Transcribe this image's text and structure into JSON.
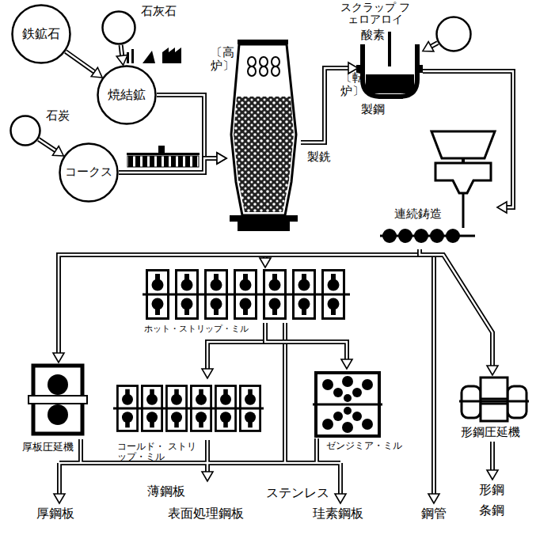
{
  "diagram": {
    "nodes": [
      {
        "text": [
          "鉄鉱石"
        ]
      },
      {
        "text": [
          "石灰石"
        ]
      },
      {
        "text": [
          "焼結鉱"
        ]
      },
      {
        "text": [
          "石炭"
        ]
      },
      {
        "text": [
          "コークス"
        ]
      },
      {
        "text": [
          "〔高炉〕",
          "製銑"
        ]
      },
      {
        "text": [
          "スクラップ フェロアロイ"
        ]
      },
      {
        "text": [
          "〔転炉〕",
          "製鋼"
        ]
      },
      {
        "text": [
          "連続鋳造"
        ]
      },
      {
        "text": [
          "ホット・ストリップ・ミル"
        ]
      },
      {
        "text": [
          "厚板圧延機"
        ]
      },
      {
        "text": [
          "コールド・ ストリップ・ミル"
        ]
      },
      {
        "text": [
          "ゼンジミア・ミル"
        ]
      },
      {
        "text": [
          "形鋼圧延機"
        ]
      }
    ],
    "edges": [
      {
        "from": 0,
        "to": 2,
        "arrow": "to"
      },
      {
        "from": 1,
        "to": 2,
        "arrow": "to"
      },
      {
        "from": 3,
        "to": 4,
        "arrow": "to"
      },
      {
        "from": 2,
        "to": 5,
        "arrow": "to"
      },
      {
        "from": 4,
        "to": 5,
        "arrow": "to"
      },
      {
        "from": 5,
        "to": 7,
        "arrow": "to"
      },
      {
        "from": 6,
        "to": 7,
        "arrow": "to"
      },
      {
        "from": 7,
        "to": 8,
        "arrow": "to"
      },
      {
        "from": 8,
        "to": 9,
        "arrow": "to"
      },
      {
        "from": 8,
        "to": 10,
        "arrow": "to"
      },
      {
        "from": 8,
        "to": 13,
        "arrow": "to"
      },
      {
        "from": 9,
        "to": 11,
        "arrow": "to"
      },
      {
        "from": 9,
        "to": 12,
        "arrow": "to"
      }
    ],
    "labels": [
      "酸素",
      "厚鋼板",
      "薄鋼板",
      "表面処理鋼板",
      "ステンレス",
      "珪素鋼板",
      "鋼管",
      "形鋼",
      "条鋼"
    ]
  }
}
